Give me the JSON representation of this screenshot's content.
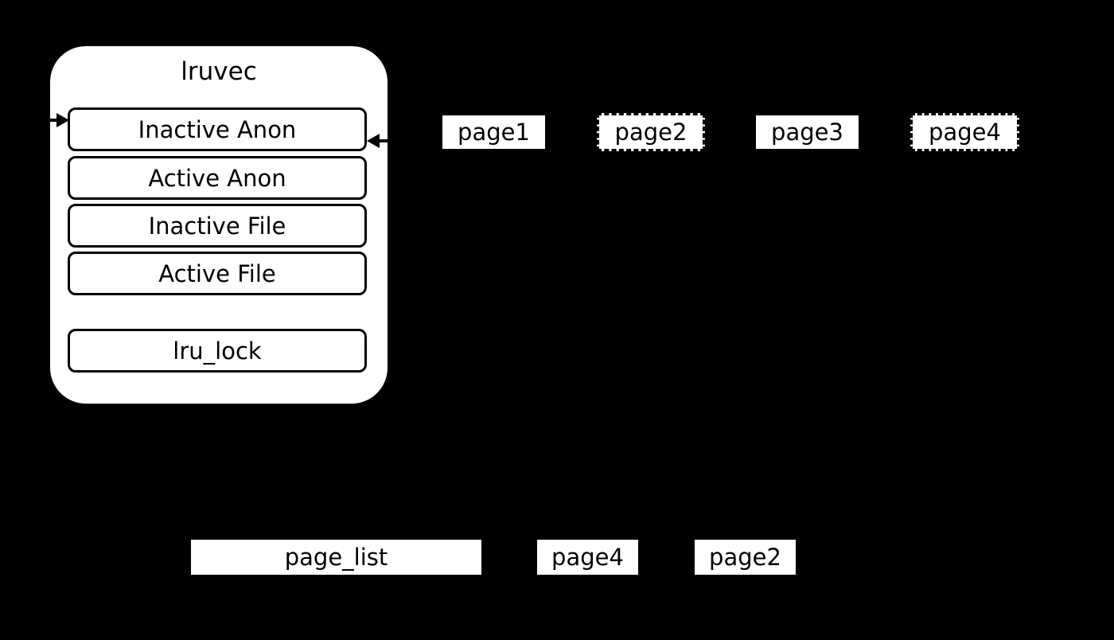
{
  "colors": {
    "background": "#000000",
    "node_fill": "#ffffff",
    "node_stroke": "#000000",
    "text": "#000000"
  },
  "lruvec": {
    "title": "lruvec",
    "lists": [
      "Inactive Anon",
      "Active Anon",
      "Inactive File",
      "Active File"
    ],
    "lock": "lru_lock"
  },
  "top_pages": [
    {
      "label": "page1",
      "style": "solid"
    },
    {
      "label": "page2",
      "style": "dashed"
    },
    {
      "label": "page3",
      "style": "solid"
    },
    {
      "label": "page4",
      "style": "dashed"
    }
  ],
  "bottom": {
    "page_list": "page_list",
    "pages": [
      {
        "label": "page4",
        "style": "solid"
      },
      {
        "label": "page2",
        "style": "solid"
      }
    ]
  }
}
